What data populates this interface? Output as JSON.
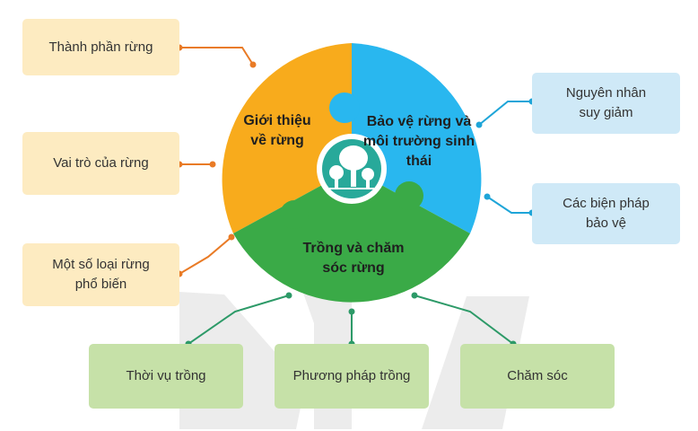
{
  "center": {
    "left_label": "Giới thiệu về rừng",
    "right_label": "Bảo vệ rừng và môi trường sinh thái",
    "bottom_label": "Trồng và chăm sóc rừng",
    "icon": "forest-trees-icon"
  },
  "left_boxes": [
    {
      "label": "Thành phần rừng"
    },
    {
      "label": "Vai trò của rừng"
    },
    {
      "label": "Một số loại rừng phổ biến"
    }
  ],
  "right_boxes": [
    {
      "label": "Nguyên nhân suy giảm"
    },
    {
      "label": "Các biện pháp bảo vệ"
    }
  ],
  "bottom_boxes": [
    {
      "label": "Thời vụ trồng"
    },
    {
      "label": "Phương pháp trồng"
    },
    {
      "label": "Chăm sóc"
    }
  ],
  "colors": {
    "orange": "#f8ab1c",
    "blue": "#29b7ef",
    "green": "#3aaa47",
    "orange_box": "#fdebc1",
    "blue_box": "#cfe9f7",
    "green_box": "#c6e1a8",
    "orange_line": "#e97b26",
    "blue_line": "#1ea5d8",
    "green_line": "#2d9a68",
    "watermark": "#e5e5e5"
  }
}
